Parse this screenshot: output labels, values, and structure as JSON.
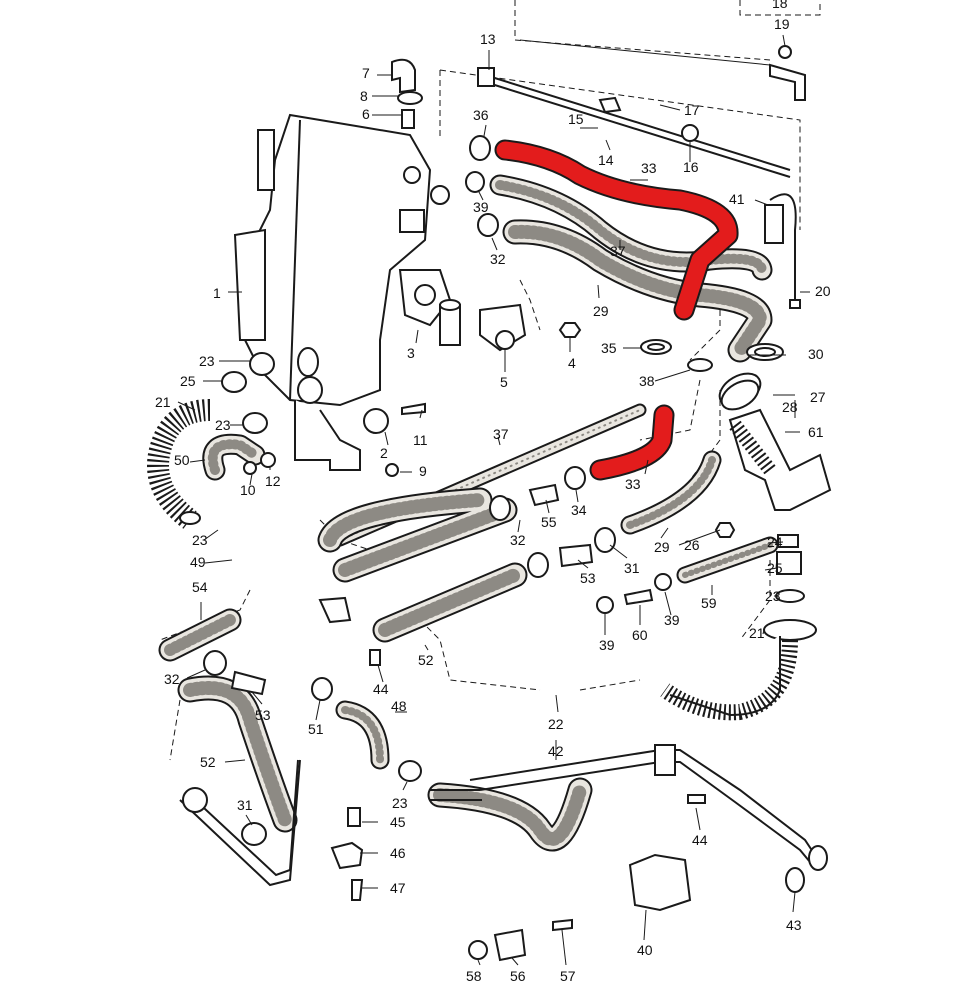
{
  "colors": {
    "line": "#1a1a1a",
    "hose_texture": "#e9e6e0",
    "highlight": "#e31c1c",
    "background": "#ffffff"
  },
  "callouts": {
    "c1": "1",
    "c2": "2",
    "c3": "3",
    "c4": "4",
    "c5": "5",
    "c6": "6",
    "c7": "7",
    "c8": "8",
    "c9": "9",
    "c10": "10",
    "c11": "11",
    "c12": "12",
    "c13": "13",
    "c14": "14",
    "c15": "15",
    "c16": "16",
    "c17": "17",
    "c18": "18",
    "c19": "19",
    "c20": "20",
    "c21a": "21",
    "c21b": "21",
    "c22": "22",
    "c23a": "23",
    "c23b": "23",
    "c23c": "23",
    "c23d": "23",
    "c23e": "23",
    "c24": "24",
    "c25a": "25",
    "c25b": "25",
    "c26": "26",
    "c27": "27",
    "c28": "28",
    "c29a": "29",
    "c29b": "29",
    "c30": "30",
    "c31a": "31",
    "c31b": "31",
    "c32a": "32",
    "c32b": "32",
    "c32c": "32",
    "c33a": "33",
    "c33b": "33",
    "c34": "34",
    "c35": "35",
    "c36": "36",
    "c37a": "37",
    "c37b": "37",
    "c38": "38",
    "c39a": "39",
    "c39b": "39",
    "c39c": "39",
    "c40": "40",
    "c41": "41",
    "c42": "42",
    "c43": "43",
    "c44a": "44",
    "c44b": "44",
    "c45": "45",
    "c46": "46",
    "c47": "47",
    "c48": "48",
    "c49": "49",
    "c50": "50",
    "c51": "51",
    "c52a": "52",
    "c52b": "52",
    "c53a": "53",
    "c53b": "53",
    "c54": "54",
    "c55": "55",
    "c56": "56",
    "c57": "57",
    "c58": "58",
    "c59": "59",
    "c60": "60",
    "c61": "61"
  }
}
